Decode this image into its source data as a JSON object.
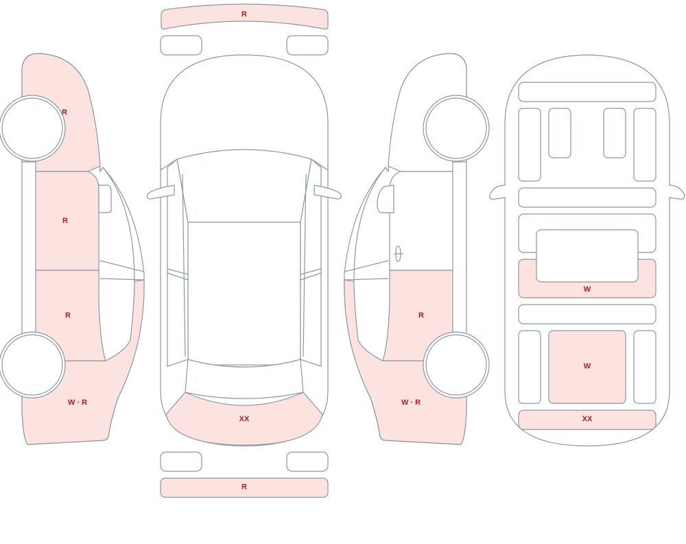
{
  "colors": {
    "damaged": "#fde3df",
    "intact": "#ffffff",
    "outline": "#8b95a8",
    "mark_text": "#b01e1e"
  },
  "front_bumper": {
    "mark": "R",
    "damaged": true
  },
  "rear_bumper": {
    "mark": "R",
    "damaged": true
  },
  "left_side": {
    "front_fender": {
      "mark": "R",
      "damaged": true
    },
    "front_door": {
      "mark": "R",
      "damaged": true
    },
    "rear_door": {
      "mark": "R",
      "damaged": true
    },
    "rear_quarter": {
      "mark": "W · R",
      "damaged": true
    }
  },
  "right_side": {
    "front_fender": {
      "mark": "",
      "damaged": false
    },
    "front_door": {
      "mark": "",
      "damaged": false
    },
    "rear_door": {
      "mark": "R",
      "damaged": true
    },
    "rear_quarter": {
      "mark": "W · R",
      "damaged": true
    }
  },
  "top_view": {
    "trunk_lid": {
      "mark": "XX",
      "damaged": true
    }
  },
  "interior": {
    "center_cross_panel": {
      "mark": "W",
      "damaged": true
    },
    "rear_floor": {
      "mark": "W",
      "damaged": true
    },
    "rear_panel": {
      "mark": "XX",
      "damaged": true
    }
  }
}
